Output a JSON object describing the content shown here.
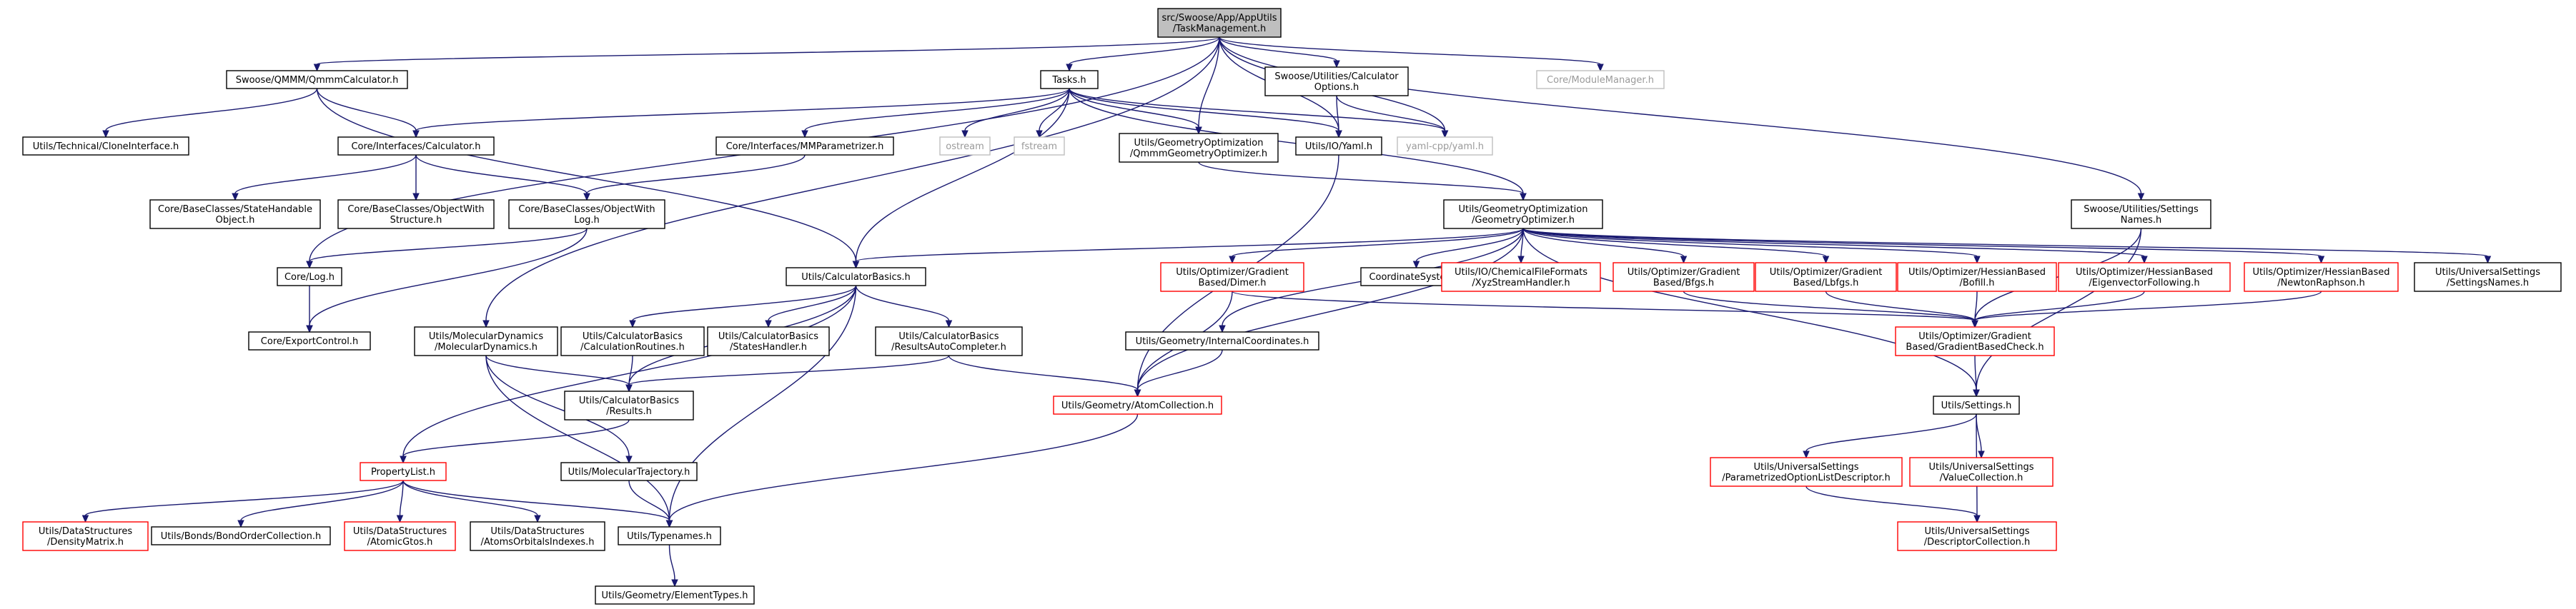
{
  "colors": {
    "edge": "#191970",
    "root_fill": "#bfbfbf",
    "node_border": "#000000",
    "truncated_border": "#ff0000",
    "external_border": "#bfbfbf",
    "external_text": "#9a9a9a",
    "node_fill": "#ffffff"
  },
  "nodes": [
    {
      "id": "root",
      "kind": "root",
      "lines": [
        "src/Swoose/App/AppUtils",
        "/TaskManagement.h"
      ]
    },
    {
      "id": "qmmm",
      "kind": "normal",
      "lines": [
        "Swoose/QMMM/QmmmCalculator.h"
      ]
    },
    {
      "id": "tasks",
      "kind": "normal",
      "lines": [
        "Tasks.h"
      ]
    },
    {
      "id": "calcopts",
      "kind": "normal",
      "lines": [
        "Swoose/Utilities/Calculator",
        "Options.h"
      ]
    },
    {
      "id": "modmgr",
      "kind": "external",
      "lines": [
        "Core/ModuleManager.h"
      ]
    },
    {
      "id": "clone",
      "kind": "normal",
      "lines": [
        "Utils/Technical/CloneInterface.h"
      ]
    },
    {
      "id": "calculator",
      "kind": "normal",
      "lines": [
        "Core/Interfaces/Calculator.h"
      ]
    },
    {
      "id": "ostream",
      "kind": "external",
      "lines": [
        "ostream"
      ]
    },
    {
      "id": "fstream",
      "kind": "external",
      "lines": [
        "fstream"
      ]
    },
    {
      "id": "mmparam",
      "kind": "normal",
      "lines": [
        "Core/Interfaces/MMParametrizer.h"
      ]
    },
    {
      "id": "qmmmgeo",
      "kind": "normal",
      "lines": [
        "Utils/GeometryOptimization",
        "/QmmmGeometryOptimizer.h"
      ]
    },
    {
      "id": "yamlh",
      "kind": "normal",
      "lines": [
        "Utils/IO/Yaml.h"
      ]
    },
    {
      "id": "yamlcpp",
      "kind": "external",
      "lines": [
        "yaml-cpp/yaml.h"
      ]
    },
    {
      "id": "setnames_sw",
      "kind": "normal",
      "lines": [
        "Swoose/Utilities/Settings",
        "Names.h"
      ]
    },
    {
      "id": "statehand",
      "kind": "normal",
      "lines": [
        "Core/BaseClasses/StateHandable",
        "Object.h"
      ]
    },
    {
      "id": "objstruct",
      "kind": "normal",
      "lines": [
        "Core/BaseClasses/ObjectWith",
        "Structure.h"
      ]
    },
    {
      "id": "objlog",
      "kind": "normal",
      "lines": [
        "Core/BaseClasses/ObjectWith",
        "Log.h"
      ]
    },
    {
      "id": "geoopt",
      "kind": "normal",
      "lines": [
        "Utils/GeometryOptimization",
        "/GeometryOptimizer.h"
      ]
    },
    {
      "id": "corelog",
      "kind": "normal",
      "lines": [
        "Core/Log.h"
      ]
    },
    {
      "id": "calcbasics",
      "kind": "normal",
      "lines": [
        "Utils/CalculatorBasics.h"
      ]
    },
    {
      "id": "dimer",
      "kind": "truncated",
      "lines": [
        "Utils/Optimizer/Gradient",
        "Based/Dimer.h"
      ]
    },
    {
      "id": "coordsys",
      "kind": "normal",
      "lines": [
        "CoordinateSystem.h"
      ]
    },
    {
      "id": "xyzstream",
      "kind": "truncated",
      "lines": [
        "Utils/IO/ChemicalFileFormats",
        "/XyzStreamHandler.h"
      ]
    },
    {
      "id": "bfgs",
      "kind": "truncated",
      "lines": [
        "Utils/Optimizer/Gradient",
        "Based/Bfgs.h"
      ]
    },
    {
      "id": "lbfgs",
      "kind": "truncated",
      "lines": [
        "Utils/Optimizer/Gradient",
        "Based/Lbfgs.h"
      ]
    },
    {
      "id": "bofill",
      "kind": "truncated",
      "lines": [
        "Utils/Optimizer/HessianBased",
        "/Bofill.h"
      ]
    },
    {
      "id": "eigfol",
      "kind": "truncated",
      "lines": [
        "Utils/Optimizer/HessianBased",
        "/EigenvectorFollowing.h"
      ]
    },
    {
      "id": "newton",
      "kind": "truncated",
      "lines": [
        "Utils/Optimizer/HessianBased",
        "/NewtonRaphson.h"
      ]
    },
    {
      "id": "usetnames",
      "kind": "normal",
      "lines": [
        "Utils/UniversalSettings",
        "/SettingsNames.h"
      ]
    },
    {
      "id": "exportctl",
      "kind": "normal",
      "lines": [
        "Core/ExportControl.h"
      ]
    },
    {
      "id": "moldyn",
      "kind": "normal",
      "lines": [
        "Utils/MolecularDynamics",
        "/MolecularDynamics.h"
      ]
    },
    {
      "id": "calcroutines",
      "kind": "normal",
      "lines": [
        "Utils/CalculatorBasics",
        "/CalculationRoutines.h"
      ]
    },
    {
      "id": "stateshand",
      "kind": "normal",
      "lines": [
        "Utils/CalculatorBasics",
        "/StatesHandler.h"
      ]
    },
    {
      "id": "resauto",
      "kind": "normal",
      "lines": [
        "Utils/CalculatorBasics",
        "/ResultsAutoCompleter.h"
      ]
    },
    {
      "id": "intcoords",
      "kind": "normal",
      "lines": [
        "Utils/Geometry/InternalCoordinates.h"
      ]
    },
    {
      "id": "gradcheck",
      "kind": "truncated",
      "lines": [
        "Utils/Optimizer/Gradient",
        "Based/GradientBasedCheck.h"
      ]
    },
    {
      "id": "results",
      "kind": "normal",
      "lines": [
        "Utils/CalculatorBasics",
        "/Results.h"
      ]
    },
    {
      "id": "atomcoll",
      "kind": "truncated",
      "lines": [
        "Utils/Geometry/AtomCollection.h"
      ]
    },
    {
      "id": "settings",
      "kind": "normal",
      "lines": [
        "Utils/Settings.h"
      ]
    },
    {
      "id": "proplist",
      "kind": "truncated",
      "lines": [
        "PropertyList.h"
      ]
    },
    {
      "id": "moltraj",
      "kind": "normal",
      "lines": [
        "Utils/MolecularTrajectory.h"
      ]
    },
    {
      "id": "paramopt",
      "kind": "truncated",
      "lines": [
        "Utils/UniversalSettings",
        "/ParametrizedOptionListDescriptor.h"
      ]
    },
    {
      "id": "valcoll",
      "kind": "truncated",
      "lines": [
        "Utils/UniversalSettings",
        "/ValueCollection.h"
      ]
    },
    {
      "id": "densmat",
      "kind": "truncated",
      "lines": [
        "Utils/DataStructures",
        "/DensityMatrix.h"
      ]
    },
    {
      "id": "bondorder",
      "kind": "normal",
      "lines": [
        "Utils/Bonds/BondOrderCollection.h"
      ]
    },
    {
      "id": "atomicgtos",
      "kind": "truncated",
      "lines": [
        "Utils/DataStructures",
        "/AtomicGtos.h"
      ]
    },
    {
      "id": "aoindexes",
      "kind": "normal",
      "lines": [
        "Utils/DataStructures",
        "/AtomsOrbitalsIndexes.h"
      ]
    },
    {
      "id": "typenames",
      "kind": "normal",
      "lines": [
        "Utils/Typenames.h"
      ]
    },
    {
      "id": "desccoll",
      "kind": "truncated",
      "lines": [
        "Utils/UniversalSettings",
        "/DescriptorCollection.h"
      ]
    },
    {
      "id": "elemtypes",
      "kind": "normal",
      "lines": [
        "Utils/Geometry/ElementTypes.h"
      ]
    }
  ],
  "edges": [
    [
      "root",
      "qmmm"
    ],
    [
      "root",
      "tasks"
    ],
    [
      "root",
      "calcopts"
    ],
    [
      "root",
      "modmgr"
    ],
    [
      "root",
      "corelog"
    ],
    [
      "root",
      "moldyn"
    ],
    [
      "root",
      "qmmmgeo"
    ],
    [
      "root",
      "yamlh"
    ],
    [
      "root",
      "yamlcpp"
    ],
    [
      "root",
      "setnames_sw"
    ],
    [
      "qmmm",
      "clone"
    ],
    [
      "qmmm",
      "calculator"
    ],
    [
      "qmmm",
      "calcbasics"
    ],
    [
      "tasks",
      "calculator"
    ],
    [
      "tasks",
      "ostream"
    ],
    [
      "tasks",
      "fstream"
    ],
    [
      "tasks",
      "mmparam"
    ],
    [
      "tasks",
      "qmmmgeo"
    ],
    [
      "tasks",
      "yamlh"
    ],
    [
      "tasks",
      "yamlcpp"
    ],
    [
      "tasks",
      "geoopt"
    ],
    [
      "tasks",
      "calcbasics"
    ],
    [
      "calcopts",
      "yamlh"
    ],
    [
      "calcopts",
      "yamlcpp"
    ],
    [
      "calculator",
      "statehand"
    ],
    [
      "calculator",
      "objstruct"
    ],
    [
      "calculator",
      "objlog"
    ],
    [
      "mmparam",
      "objlog"
    ],
    [
      "qmmmgeo",
      "geoopt"
    ],
    [
      "yamlh",
      "atomcoll"
    ],
    [
      "setnames_sw",
      "gradcheck"
    ],
    [
      "setnames_sw",
      "settings"
    ],
    [
      "objlog",
      "corelog"
    ],
    [
      "objlog",
      "exportctl"
    ],
    [
      "corelog",
      "exportctl"
    ],
    [
      "geoopt",
      "calcbasics"
    ],
    [
      "geoopt",
      "dimer"
    ],
    [
      "geoopt",
      "coordsys"
    ],
    [
      "geoopt",
      "xyzstream"
    ],
    [
      "geoopt",
      "bfgs"
    ],
    [
      "geoopt",
      "lbfgs"
    ],
    [
      "geoopt",
      "bofill"
    ],
    [
      "geoopt",
      "eigfol"
    ],
    [
      "geoopt",
      "newton"
    ],
    [
      "geoopt",
      "usetnames"
    ],
    [
      "geoopt",
      "intcoords"
    ],
    [
      "geoopt",
      "atomcoll"
    ],
    [
      "geoopt",
      "settings"
    ],
    [
      "dimer",
      "gradcheck"
    ],
    [
      "dimer",
      "atomcoll"
    ],
    [
      "bfgs",
      "gradcheck"
    ],
    [
      "lbfgs",
      "gradcheck"
    ],
    [
      "bofill",
      "gradcheck"
    ],
    [
      "eigfol",
      "gradcheck"
    ],
    [
      "newton",
      "gradcheck"
    ],
    [
      "gradcheck",
      "settings"
    ],
    [
      "calcbasics",
      "calcroutines"
    ],
    [
      "calcbasics",
      "stateshand"
    ],
    [
      "calcbasics",
      "resauto"
    ],
    [
      "calcbasics",
      "results"
    ],
    [
      "calcbasics",
      "proplist"
    ],
    [
      "calcbasics",
      "typenames"
    ],
    [
      "moldyn",
      "results"
    ],
    [
      "moldyn",
      "moltraj"
    ],
    [
      "moldyn",
      "typenames"
    ],
    [
      "calcroutines",
      "results"
    ],
    [
      "resauto",
      "results"
    ],
    [
      "resauto",
      "atomcoll"
    ],
    [
      "intcoords",
      "atomcoll"
    ],
    [
      "results",
      "proplist"
    ],
    [
      "atomcoll",
      "typenames"
    ],
    [
      "moltraj",
      "typenames"
    ],
    [
      "settings",
      "paramopt"
    ],
    [
      "settings",
      "valcoll"
    ],
    [
      "settings",
      "desccoll"
    ],
    [
      "paramopt",
      "desccoll"
    ],
    [
      "proplist",
      "densmat"
    ],
    [
      "proplist",
      "bondorder"
    ],
    [
      "proplist",
      "atomicgtos"
    ],
    [
      "proplist",
      "aoindexes"
    ],
    [
      "proplist",
      "typenames"
    ],
    [
      "typenames",
      "elemtypes"
    ]
  ]
}
